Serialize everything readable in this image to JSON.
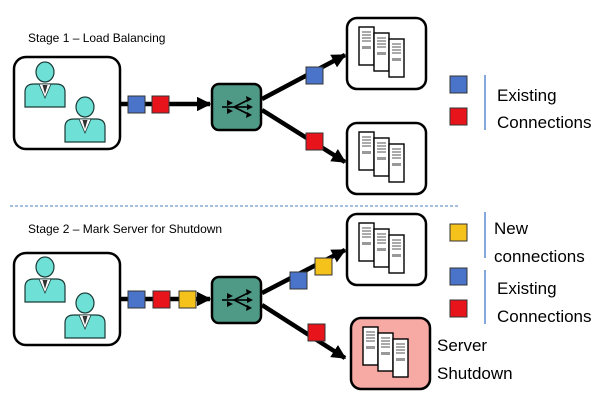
{
  "colors": {
    "blue": "#4a74c9",
    "red": "#e8141c",
    "yellow": "#f4c21a",
    "router": "#4f9a86",
    "user_face": "#6fe0d5",
    "server_shutdown_fill": "#f7a9a4",
    "separator": "#4a7fbf",
    "legend_line": "#5b8ad0"
  },
  "stage1": {
    "title": "Stage 1 – Load Balancing",
    "connections": [
      {
        "from": "users",
        "to": "router",
        "squares": [
          "blue",
          "red"
        ]
      },
      {
        "from": "router",
        "to": "server-top",
        "squares": [
          "blue"
        ]
      },
      {
        "from": "router",
        "to": "server-bottom",
        "squares": [
          "red"
        ]
      }
    ],
    "legend": {
      "icons": [
        "blue-square-icon",
        "red-square-icon"
      ],
      "line1": "Existing",
      "line2": "Connections"
    }
  },
  "stage2": {
    "title": "Stage 2 – Mark Server for Shutdown",
    "connections": [
      {
        "from": "users",
        "to": "router",
        "squares": [
          "blue",
          "red",
          "yellow"
        ]
      },
      {
        "from": "router",
        "to": "server-top",
        "squares": [
          "blue",
          "yellow"
        ]
      },
      {
        "from": "router",
        "to": "server-bottom",
        "squares": [
          "red"
        ]
      }
    ],
    "legend_new": {
      "icons": [
        "yellow-square-icon"
      ],
      "line1": "New",
      "line2": "connections"
    },
    "legend_existing": {
      "icons": [
        "blue-square-icon",
        "red-square-icon"
      ],
      "line1": "Existing",
      "line2": "Connections"
    },
    "server_label": {
      "line1": "Server",
      "line2": "Shutdown"
    }
  }
}
